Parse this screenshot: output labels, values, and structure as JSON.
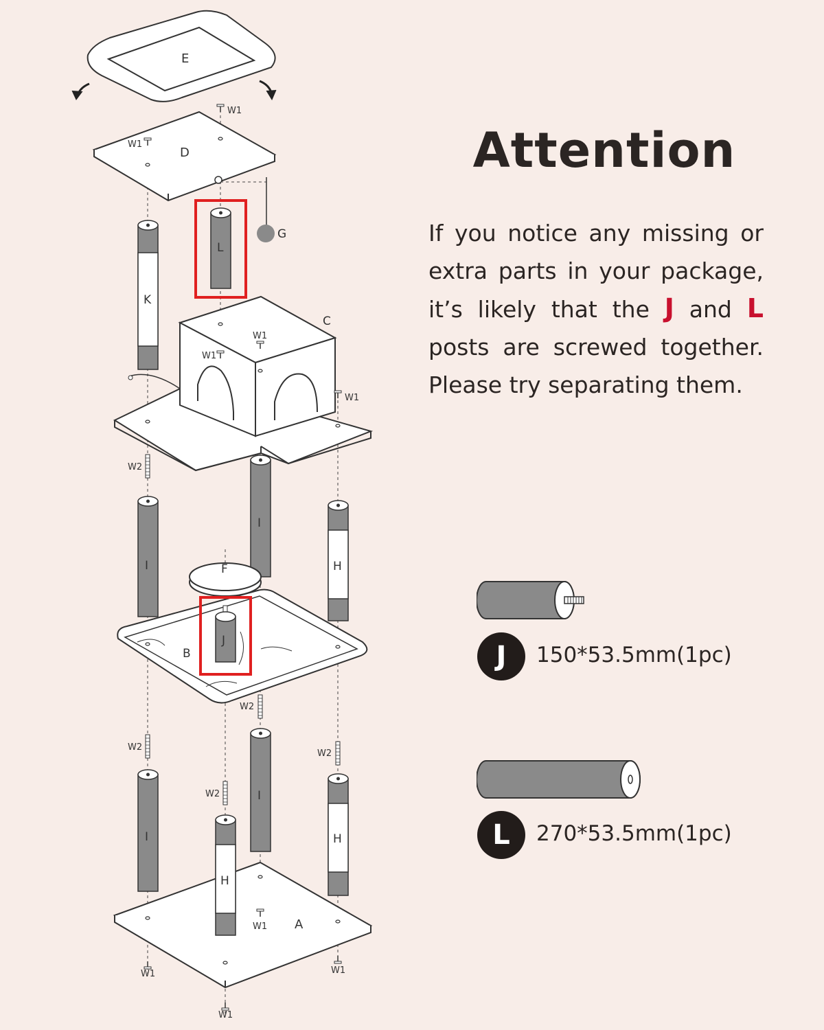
{
  "title": "Attention",
  "notice": {
    "line1": "If you notice any missing or extra parts in your package, it’s likely that the ",
    "j": "J",
    "and": " and ",
    "l": "L",
    "line2": " posts are screwed together. Please try separating them."
  },
  "parts": [
    {
      "badge": "J",
      "dims": "150*53.5mm(1pc)"
    },
    {
      "badge": "L",
      "dims": "270*53.5mm(1pc)"
    }
  ],
  "diagram_labels": {
    "E": "E",
    "D": "D",
    "C": "C",
    "L": "L",
    "K": "K",
    "G": "G",
    "F": "F",
    "B": "B",
    "J": "J",
    "A": "A",
    "H": "H",
    "I": "I",
    "W1": "W1",
    "W2": "W2"
  },
  "colors": {
    "post_gray": "#8a8a8a",
    "highlight_red": "#e02020",
    "background": "#f8ede8",
    "text": "#2b2523"
  }
}
